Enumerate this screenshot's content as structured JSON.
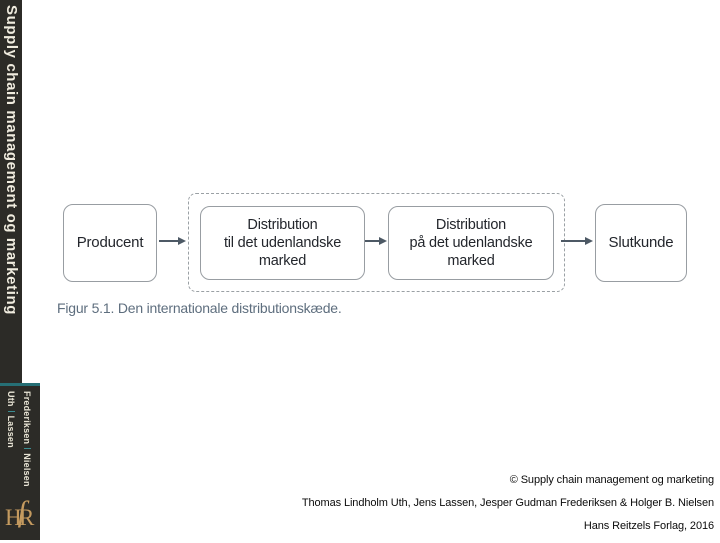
{
  "spine": {
    "title": "Supply chain management og marketing",
    "authors": [
      {
        "a": "Uth",
        "b": "Lassen"
      },
      {
        "a": "Frederiksen",
        "b": "Nielsen"
      }
    ],
    "logo": {
      "h": "H",
      "f": "ſ",
      "r": "R"
    },
    "colors": {
      "background": "#2c2b27",
      "text": "#f0ecdf",
      "accent_teal": "#266f75",
      "logo_gold": "#c49a5f"
    }
  },
  "diagram": {
    "nodes": [
      {
        "label": "Producent"
      },
      {
        "label": "Distribution\ntil det udenlandske\nmarked"
      },
      {
        "label": "Distribution\npå det udenlandske\nmarked"
      },
      {
        "label": "Slutkunde"
      }
    ],
    "caption": "Figur 5.1. Den internationale distributionskæde.",
    "colors": {
      "box_border": "#989da2",
      "dashed_border": "#9aa0a4",
      "arrow": "#4d5965",
      "caption_text": "#5e6e7e"
    }
  },
  "footer": {
    "line1": "© Supply chain management og marketing",
    "line2": "Thomas Lindholm Uth, Jens Lassen, Jesper Gudman Frederiksen & Holger B. Nielsen",
    "line3": "Hans Reitzels Forlag, 2016"
  }
}
